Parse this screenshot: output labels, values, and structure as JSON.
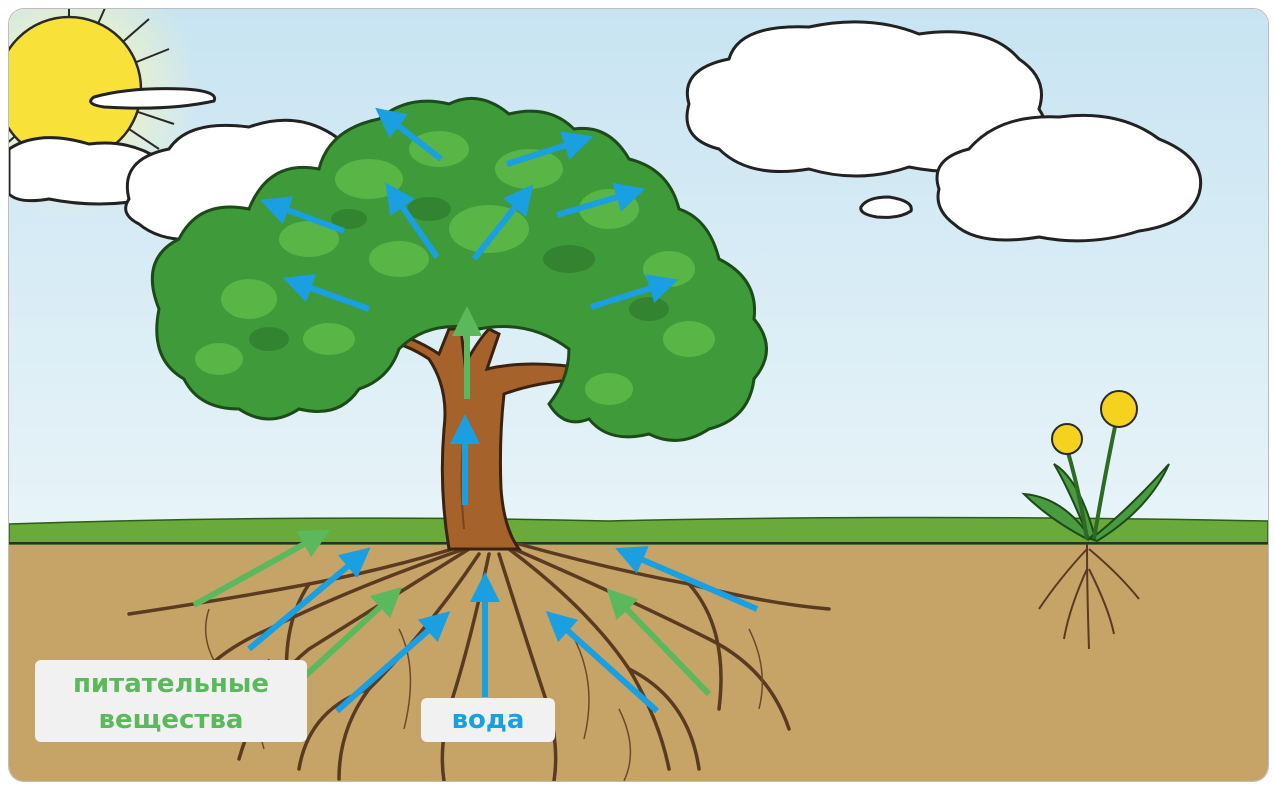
{
  "labels": {
    "nutrients_line1": "питательные",
    "nutrients_line2": "вещества",
    "water": "вода"
  },
  "colors": {
    "nutrients": "#5cb85c",
    "water": "#1a9fe0",
    "sky": "#d9edf5",
    "soil": "#c6a468",
    "grass": "#6aaa3a",
    "foliage": "#3f9a3a",
    "trunk": "#a5622a",
    "sun": "#f8e23a",
    "flower": "#f5d21e"
  },
  "icons": [
    "sun",
    "cloud",
    "tree",
    "dandelion",
    "roots",
    "arrow"
  ]
}
